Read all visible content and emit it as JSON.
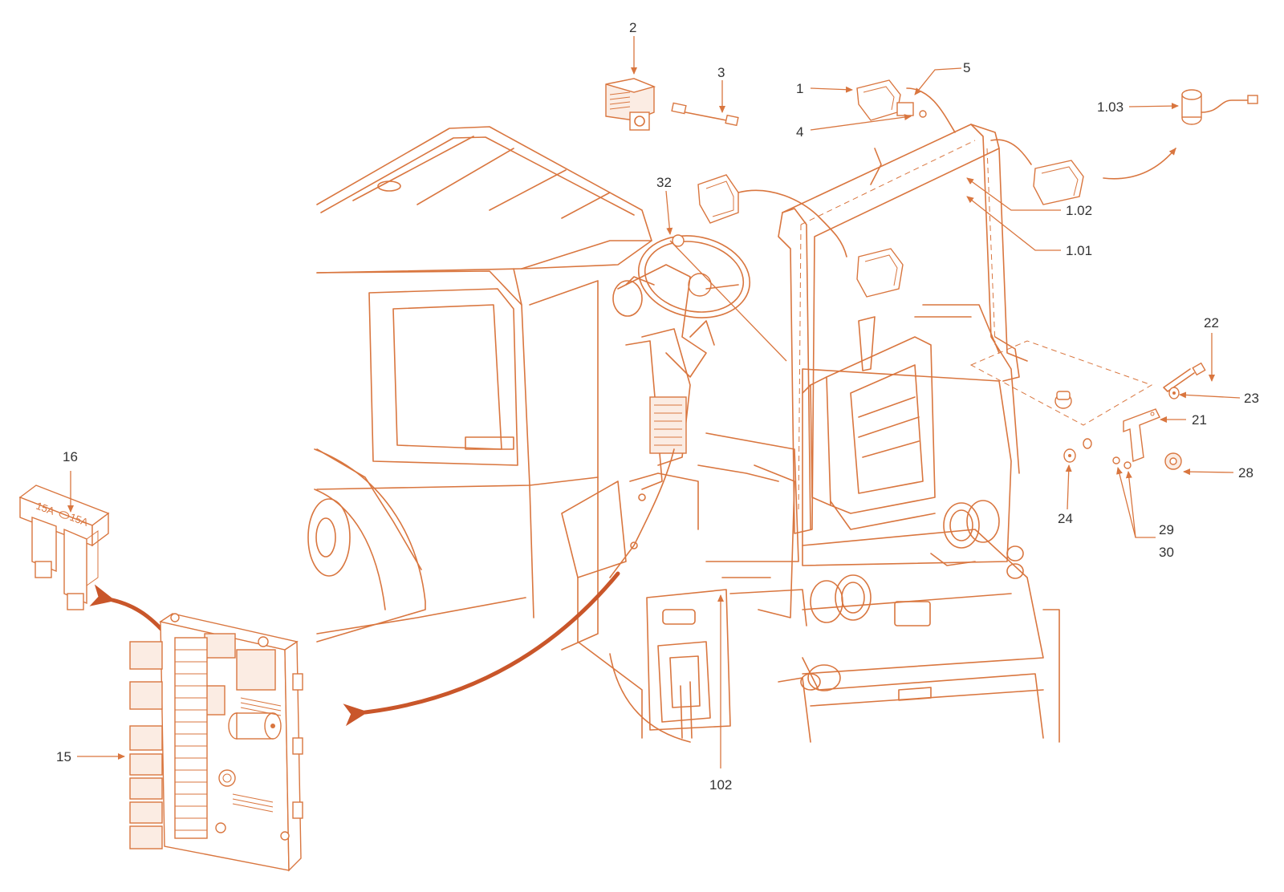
{
  "colors": {
    "line": "#d9763f",
    "callout_text": "#333333",
    "arrow": "#c9562a",
    "background": "#ffffff"
  },
  "callouts": [
    {
      "id": "c1",
      "label": "1"
    },
    {
      "id": "c2",
      "label": "2"
    },
    {
      "id": "c3",
      "label": "3"
    },
    {
      "id": "c4",
      "label": "4"
    },
    {
      "id": "c5",
      "label": "5"
    },
    {
      "id": "c103",
      "label": "1.03"
    },
    {
      "id": "c102a",
      "label": "1.02"
    },
    {
      "id": "c101",
      "label": "1.01"
    },
    {
      "id": "c32",
      "label": "32"
    },
    {
      "id": "c22",
      "label": "22"
    },
    {
      "id": "c23",
      "label": "23"
    },
    {
      "id": "c21",
      "label": "21"
    },
    {
      "id": "c28",
      "label": "28"
    },
    {
      "id": "c24",
      "label": "24"
    },
    {
      "id": "c29",
      "label": "29"
    },
    {
      "id": "c30",
      "label": "30"
    },
    {
      "id": "c16",
      "label": "16"
    },
    {
      "id": "c15",
      "label": "15"
    },
    {
      "id": "c102",
      "label": "102"
    }
  ],
  "fuse": {
    "rating_left": "15A",
    "rating_right": "15A"
  },
  "icons": [
    "work-light-icon",
    "relay-icon",
    "fuse-icon",
    "fuse-board-icon",
    "bracket-icon",
    "washer-icon",
    "bolt-icon",
    "steering-wheel-icon",
    "seat-icon",
    "rops-frame-icon"
  ]
}
